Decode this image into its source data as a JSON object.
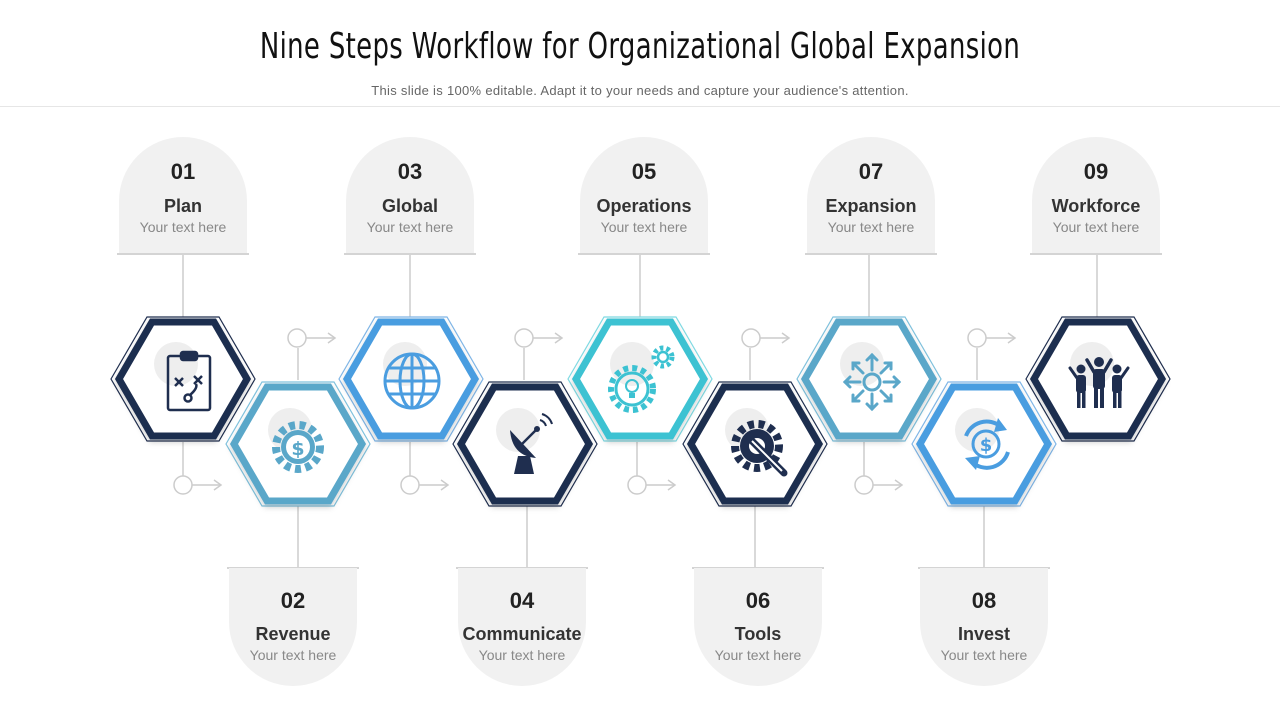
{
  "header": {
    "title": "Nine Steps Workflow for Organizational Global Expansion",
    "subtitle": "This slide is 100% editable. Adapt it to your needs and capture your audience's attention."
  },
  "steps": [
    {
      "num": "01",
      "label": "Plan",
      "text": "Your text here",
      "icon": "strategy-clipboard-icon"
    },
    {
      "num": "02",
      "label": "Revenue",
      "text": "Your text here",
      "icon": "dollar-gear-icon"
    },
    {
      "num": "03",
      "label": "Global",
      "text": "Your text here",
      "icon": "globe-icon"
    },
    {
      "num": "04",
      "label": "Communicate",
      "text": "Your text here",
      "icon": "satellite-dish-icon"
    },
    {
      "num": "05",
      "label": "Operations",
      "text": "Your text here",
      "icon": "gears-lightbulb-icon"
    },
    {
      "num": "06",
      "label": "Tools",
      "text": "Your text here",
      "icon": "wrench-gear-icon"
    },
    {
      "num": "07",
      "label": "Expansion",
      "text": "Your text here",
      "icon": "expand-arrows-icon"
    },
    {
      "num": "08",
      "label": "Invest",
      "text": "Your text here",
      "icon": "dollar-cycle-icon"
    },
    {
      "num": "09",
      "label": "Workforce",
      "text": "Your text here",
      "icon": "team-people-icon"
    }
  ],
  "colors": {
    "navy": "#1f2e4f",
    "teal_blue": "#5aa7c9",
    "bright_blue": "#4a9de0",
    "cyan": "#3cc2d2",
    "card_bg": "#f1f1f1",
    "connector": "#cccccc"
  }
}
